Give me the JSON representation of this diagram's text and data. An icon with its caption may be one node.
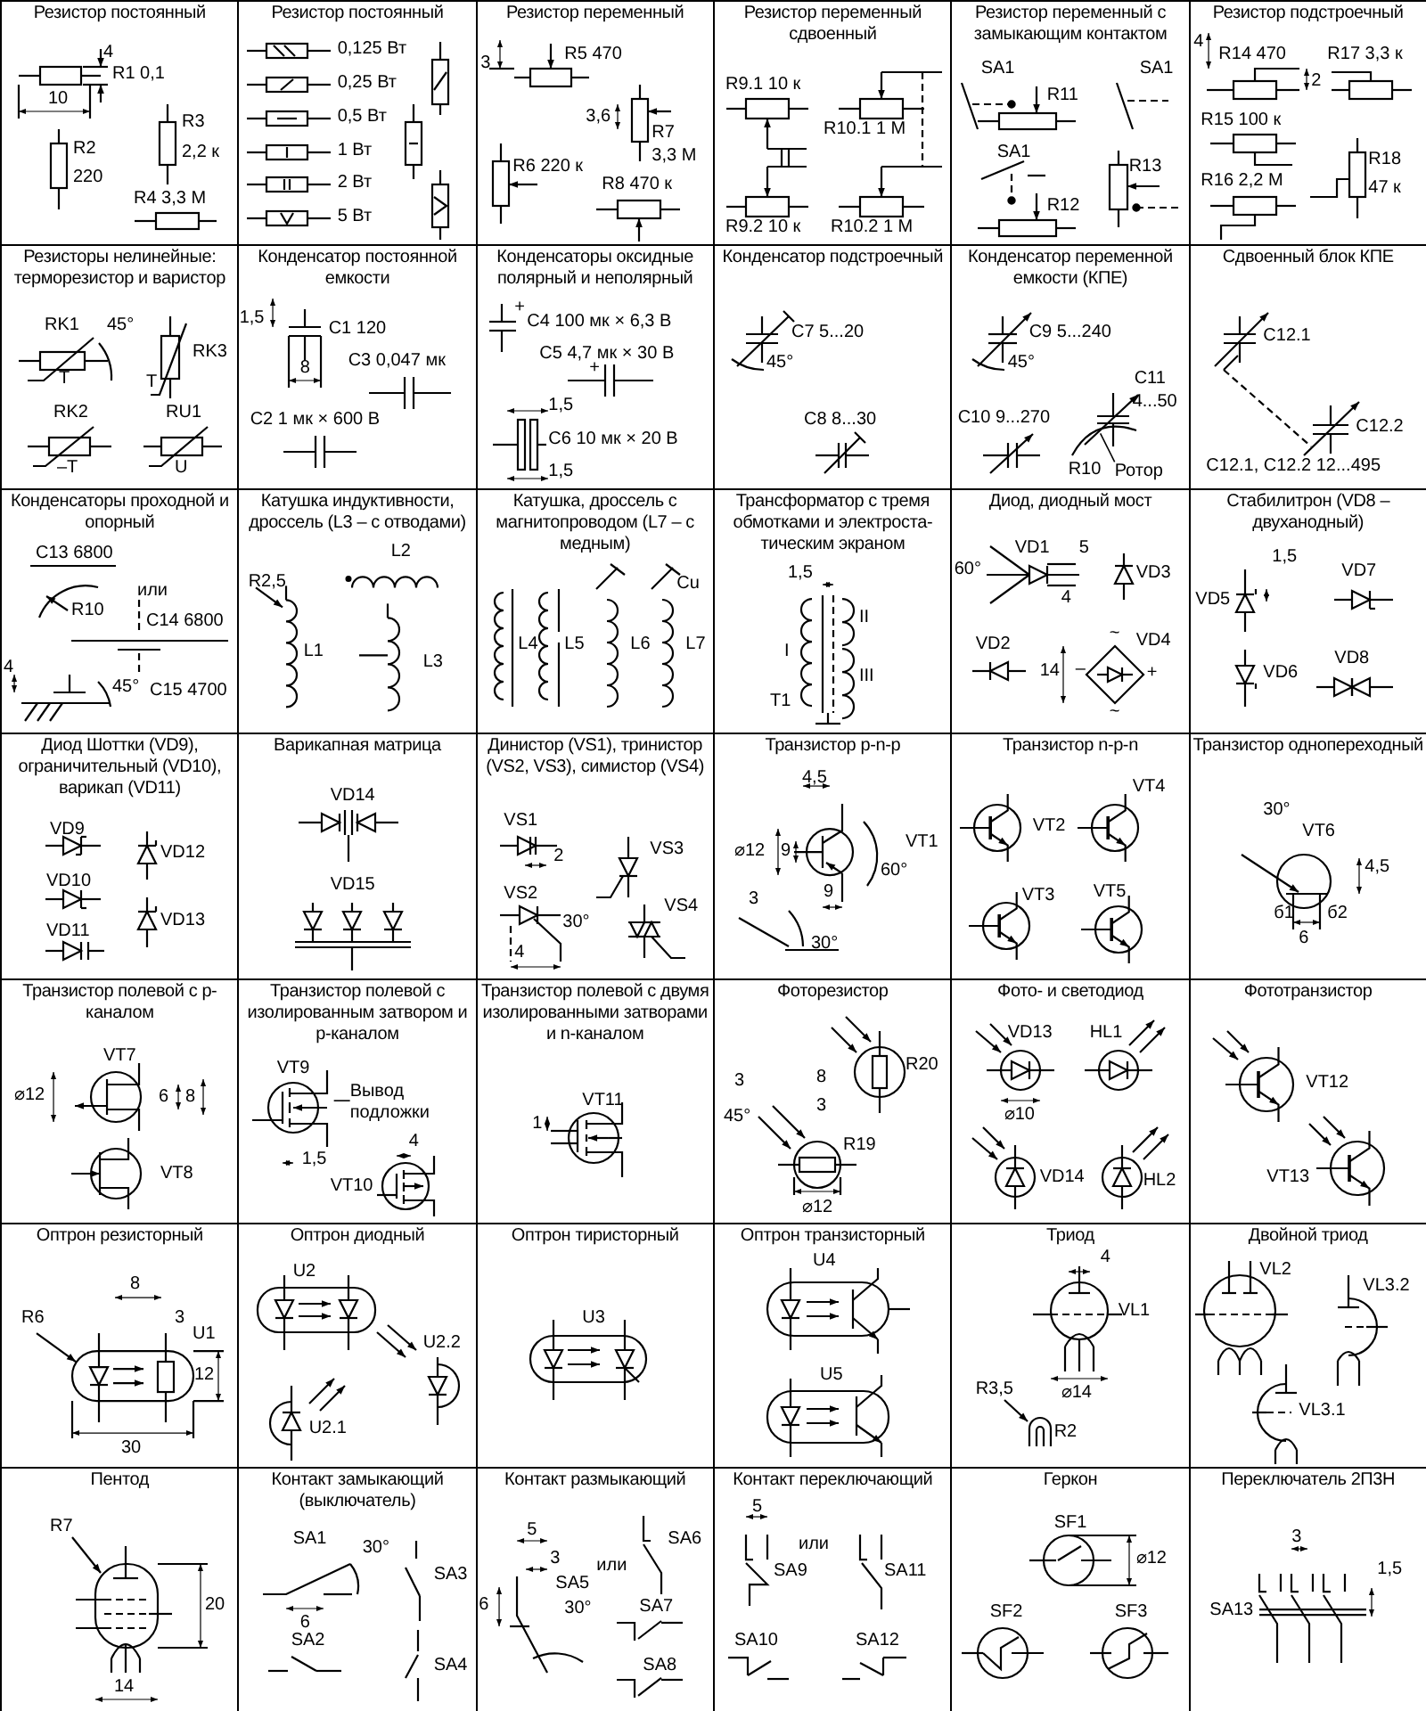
{
  "diagram": {
    "nodes": [
      {
        "text": [
          "Резистор постоянный",
          "4",
          "R1 0,1",
          "10",
          "R2",
          "220",
          "R3",
          "2,2 к",
          "R4 3,3 М"
        ]
      },
      {
        "text": [
          "Резистор постоянный",
          "0,125 Вт",
          "0,25 Вт",
          "0,5 Вт",
          "1 Вт",
          "2 Вт",
          "5 Вт"
        ]
      },
      {
        "text": [
          "Резистор переменный",
          "R5 470",
          "3",
          "3,6",
          "R7",
          "3,3 М",
          "R6 220 к",
          "R8 470 к"
        ]
      },
      {
        "text": [
          "Резистор переменный сдвоенный",
          "R9.1 10 к",
          "R10.1 1 М",
          "R9.2 10 к",
          "R10.2 1 М"
        ]
      },
      {
        "text": [
          "Резистор переменный с замыкающим контактом",
          "SA1",
          "R11",
          "SA1",
          "SA1",
          "R12",
          "R13"
        ]
      },
      {
        "text": [
          "Резистор подстроечный",
          "4",
          "R14 470",
          "R17 3,3 к",
          "2",
          "R15 100 к",
          "R16 2,2 М",
          "R18",
          "47 к"
        ]
      },
      {
        "text": [
          "Резисторы нелинейные: терморезистор и варистор",
          "RK1",
          "45°",
          "T",
          "RK3",
          "T",
          "RK2",
          "RU1",
          "–T",
          "U"
        ]
      },
      {
        "text": [
          "Конденсатор постоянной емкости",
          "1,5",
          "C1 120",
          "8",
          "C3 0,047 мк",
          "C2 1 мк × 600 В"
        ]
      },
      {
        "text": [
          "Конденсаторы оксидные полярный и неполярный",
          "+",
          "C4 100 мк × 6,3 В",
          "C5 4,7 мк × 30 В",
          "+",
          "1,5",
          "C6 10 мк × 20 В",
          "1,5"
        ]
      },
      {
        "text": [
          "Конденсатор подстроечный",
          "C7 5...20",
          "45°",
          "C8 8...30"
        ]
      },
      {
        "text": [
          "Конденсатор переменной емкости (КПЕ)",
          "C9 5...240",
          "45°",
          "C10 9...270",
          "C11",
          "4...50",
          "R10"
        ]
      },
      {
        "text": [
          "Сдвоенный блок КПЕ",
          "C12.1",
          "C12.2",
          "C12.1, C12.2 12...495"
        ]
      },
      {
        "text": [
          "Конденсаторы проходной и опорный",
          "C13 6800",
          "R10",
          "или",
          "C14 6800",
          "4",
          "45°",
          "C15 4700"
        ]
      },
      {
        "text": [
          "Катушка индуктивности, дроссель (L3 – с отводами)",
          "L2",
          "R2,5",
          "L1",
          "L3"
        ]
      },
      {
        "text": [
          "Катушка, дроссель с магнитопроводом (L7 – с медным)",
          "Cu",
          "L4",
          "L5",
          "L6",
          "L7"
        ]
      },
      {
        "text": [
          "Трансформатор с тремя обмотками и электроста-тическим экраном",
          "1,5",
          "I",
          "II",
          "III",
          "T1"
        ]
      },
      {
        "text": [
          "Диод, диодный мост",
          "VD1",
          "5",
          "60°",
          "VD3",
          "4",
          "VD2",
          "14",
          "VD4",
          "–",
          "+",
          "~",
          "~"
        ]
      },
      {
        "text": [
          "Стабилитрон (VD8 – двуханодный)",
          "1,5",
          "VD7",
          "VD5",
          "VD6",
          "VD8"
        ]
      },
      {
        "text": [
          "Диод Шоттки (VD9), ограничительный (VD10), варикап (VD11)",
          "VD9",
          "VD12",
          "VD10",
          "VD11",
          "VD13"
        ]
      },
      {
        "text": [
          "Варикапная матрица",
          "VD14",
          "VD15"
        ]
      },
      {
        "text": [
          "Динистор (VS1), тринистор (VS2, VS3), симистор (VS4)",
          "VS1",
          "2",
          "VS3",
          "VS2",
          "30°",
          "VS4",
          "4"
        ]
      },
      {
        "text": [
          "Транзистор p-n-p",
          "4,5",
          "⌀12",
          "9",
          "60°",
          "VT1",
          "9",
          "3",
          "30°"
        ]
      },
      {
        "text": [
          "Транзистор n-p-n",
          "VT2",
          "VT4",
          "VT3",
          "VT5"
        ]
      },
      {
        "text": [
          "Транзистор однопереходный",
          "30°",
          "VT6",
          "4,5",
          "б1",
          "6",
          "б2"
        ]
      },
      {
        "text": [
          "Транзистор полевой с p-каналом",
          "VT7",
          "⌀12",
          "6",
          "8",
          "VT8"
        ]
      },
      {
        "text": [
          "Транзистор полевой с изолированным затвором и p-каналом",
          "VT9",
          "1,5",
          "4",
          "VT10"
        ]
      },
      {
        "text": [
          "Транзистор полевой с двумя изолированными затворами и n-каналом",
          "VT11",
          "1"
        ]
      },
      {
        "text": [
          "Фоторезистор",
          "R20",
          "3",
          "45°",
          "8",
          "3",
          "R19",
          "⌀12"
        ]
      },
      {
        "text": [
          "Фото- и светодиод",
          "VD13",
          "HL1",
          "⌀10",
          "VD14",
          "HL2"
        ]
      },
      {
        "text": [
          "Фототранзистор",
          "VT12",
          "VT13"
        ]
      },
      {
        "text": [
          "Оптрон резисторный",
          "8",
          "R6",
          "3",
          "U1",
          "12",
          "30"
        ]
      },
      {
        "text": [
          "Оптрон диодный",
          "U2",
          "U2.2",
          "U2.1"
        ]
      },
      {
        "text": [
          "Оптрон тиристорный",
          "U3"
        ]
      },
      {
        "text": [
          "Оптрон транзисторный",
          "U4",
          "U5"
        ]
      },
      {
        "text": [
          "Триод",
          "4",
          "VL1",
          "⌀14",
          "R3,5",
          "R2"
        ]
      },
      {
        "text": [
          "Двойной триод",
          "VL2",
          "VL3.2",
          "VL3.1"
        ]
      },
      {
        "text": [
          "Пентод",
          "R7",
          "20",
          "14"
        ]
      },
      {
        "text": [
          "Контакт замыкающий (выключатель)",
          "SA1",
          "30°",
          "6",
          "SA3",
          "SA2",
          "SA4"
        ]
      },
      {
        "text": [
          "Контакт размыкающий",
          "5",
          "SA6",
          "3",
          "или",
          "SA5",
          "6",
          "30°",
          "SA7",
          "SA8"
        ]
      },
      {
        "text": [
          "Контакт переключающий",
          "5",
          "или",
          "SA9",
          "SA11",
          "SA10",
          "SA12"
        ]
      },
      {
        "text": [
          "Геркон",
          "SF1",
          "⌀12",
          "SF2",
          "SF3"
        ]
      },
      {
        "text": [
          "Переключатель 2П3Н",
          "3",
          "1,5",
          "SA13"
        ]
      },
      {
        "text": [
          "Ротор"
        ],
        "in": 10
      },
      {
        "text": [
          "Вывод подложки"
        ],
        "in": 25
      }
    ],
    "edges": [
      {
        "from": 42,
        "to": null,
        "arrow": "none"
      },
      {
        "from": 43,
        "to": null,
        "arrow": "none"
      }
    ]
  }
}
